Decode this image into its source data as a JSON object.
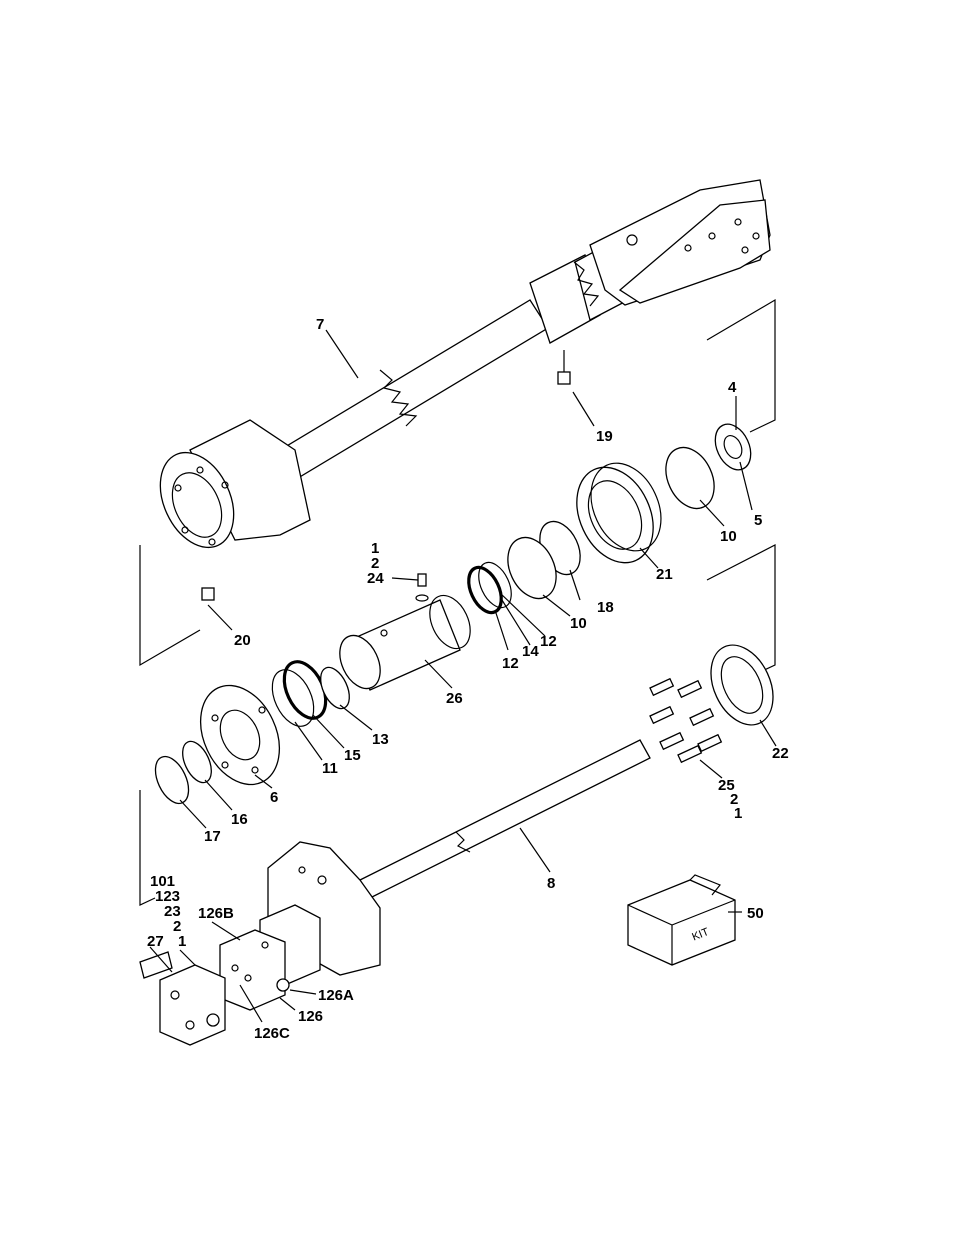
{
  "diagram": {
    "kit_box_text": "KIT",
    "callouts": {
      "c7": "7",
      "c4": "4",
      "c19": "19",
      "c5": "5",
      "c10a": "10",
      "c21": "21",
      "c1a": "1",
      "c2a": "2",
      "c24": "24",
      "c18": "18",
      "c10b": "10",
      "c12a": "12",
      "c14": "14",
      "c12b": "12",
      "c20": "20",
      "c26": "26",
      "c22": "22",
      "c15": "15",
      "c13": "13",
      "c11": "11",
      "c6": "6",
      "c25": "25",
      "c2b": "2",
      "c1b": "1",
      "c16": "16",
      "c17": "17",
      "c8": "8",
      "c101": "101",
      "c123": "123",
      "c23": "23",
      "c2c": "2",
      "c1c": "1",
      "c126B": "126B",
      "c27": "27",
      "c50": "50",
      "c126A": "126A",
      "c126": "126",
      "c126C": "126C"
    }
  }
}
